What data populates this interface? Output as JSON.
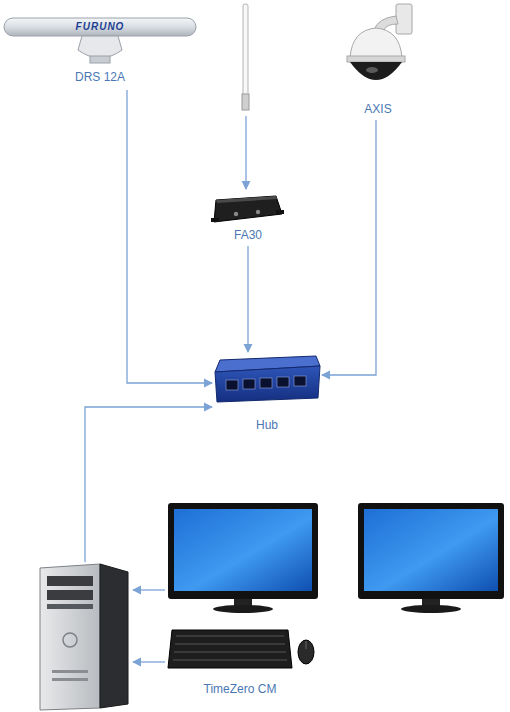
{
  "diagram": {
    "nodes": [
      {
        "text": [
          "DRS 12A"
        ]
      },
      {
        "text": [
          "AXIS"
        ]
      },
      {
        "text": [
          "FA30"
        ]
      },
      {
        "text": [
          "Hub"
        ]
      },
      {
        "text": [
          "TimeZero CM"
        ]
      }
    ],
    "edges": [
      {
        "from": 0,
        "to": 3,
        "arrow": "to"
      },
      {
        "from": 2,
        "to": 3,
        "arrow": "to"
      },
      {
        "from": 1,
        "to": 3,
        "arrow": "to"
      },
      {
        "from": 4,
        "to": 3,
        "arrow": "to"
      }
    ],
    "labels": [
      "FURUNO"
    ]
  }
}
